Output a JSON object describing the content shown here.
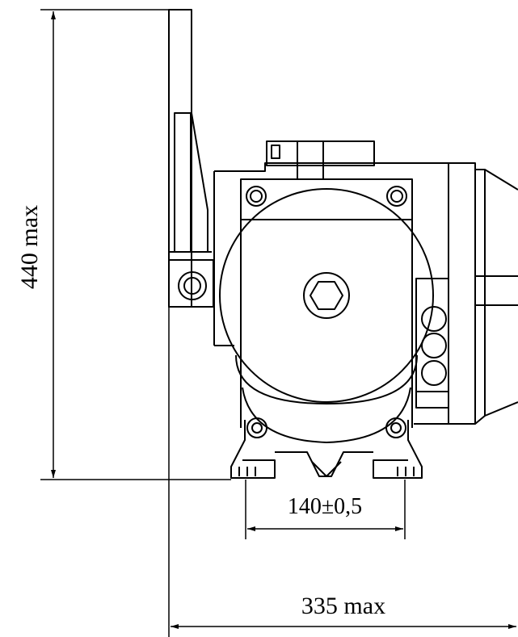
{
  "dimensions": {
    "height": {
      "label": "440 max"
    },
    "base_width": {
      "label": "140±0,5"
    },
    "total_width": {
      "label": "335 max"
    }
  },
  "colors": {
    "line": "#000000",
    "background": "#ffffff"
  }
}
